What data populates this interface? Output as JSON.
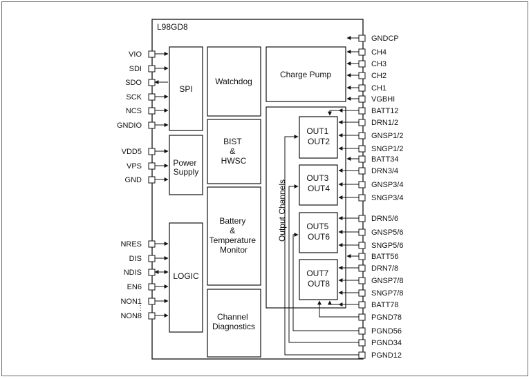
{
  "chip_name": "L98GD8",
  "left_pins": [
    "VIO",
    "SDI",
    "SDO",
    "SCK",
    "NCS",
    "GNDIO",
    "VDD5",
    "VPS",
    "GND",
    "NRES",
    "DIS",
    "NDIS",
    "EN6",
    "NON1",
    "NON8"
  ],
  "right_pins": [
    "GNDCP",
    "CH4",
    "CH3",
    "CH2",
    "CH1",
    "VGBHI",
    "BATT12",
    "DRN1/2",
    "GNSP1/2",
    "SNGP1/2",
    "BATT34",
    "DRN3/4",
    "GNSP3/4",
    "SNGP3/4",
    "DRN5/6",
    "GNSP5/6",
    "SNGP5/6",
    "BATT56",
    "DRN7/8",
    "GNSP7/8",
    "SNGP7/8",
    "BATT78",
    "PGND78",
    "PGND56",
    "PGND34",
    "PGND12"
  ],
  "blocks": {
    "spi": "SPI",
    "power_supply": [
      "Power",
      "Supply"
    ],
    "logic": "LOGIC",
    "watchdog": "Watchdog",
    "bist": [
      "BIST",
      "&",
      "HWSC"
    ],
    "battery": [
      "Battery",
      "&",
      "Temperature",
      "Monitor"
    ],
    "channel_diag": [
      "Channel",
      "Diagnostics"
    ],
    "charge_pump": "Charge Pump",
    "output_channels": "Output Channels",
    "out12": [
      "OUT1",
      "OUT2"
    ],
    "out34": [
      "OUT3",
      "OUT4"
    ],
    "out56": [
      "OUT5",
      "OUT6"
    ],
    "out78": [
      "OUT7",
      "OUT8"
    ]
  },
  "dots_glyph": "⋮"
}
